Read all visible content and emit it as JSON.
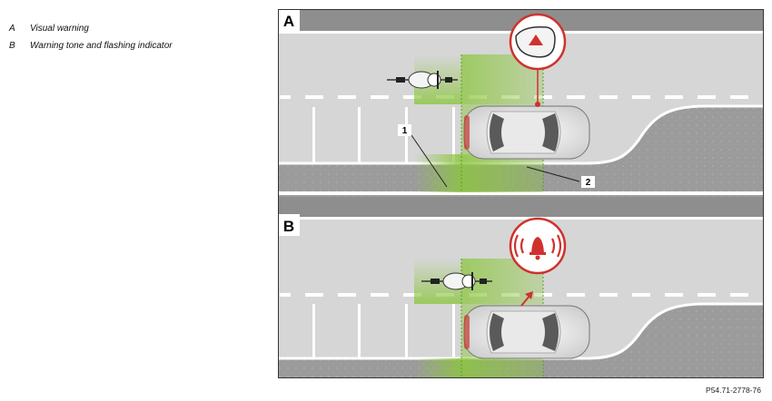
{
  "legend": [
    {
      "letter": "A",
      "text": "Visual warning"
    },
    {
      "letter": "B",
      "text": "Warning tone and flashing indicator"
    }
  ],
  "panels": [
    {
      "label": "A",
      "callouts": [
        "1",
        "2"
      ]
    },
    {
      "label": "B"
    }
  ],
  "figure_code": "P54.71-2778-76",
  "colors": {
    "road": "#d6d6d6",
    "shoulder": "#9b9b9b",
    "zone_green": "#8cc63f",
    "warning_red": "#d0312d",
    "border": "#333333"
  },
  "icons": [
    "mirror-warning-icon",
    "bell-alarm-icon",
    "motorcycle-icon",
    "car-icon"
  ]
}
